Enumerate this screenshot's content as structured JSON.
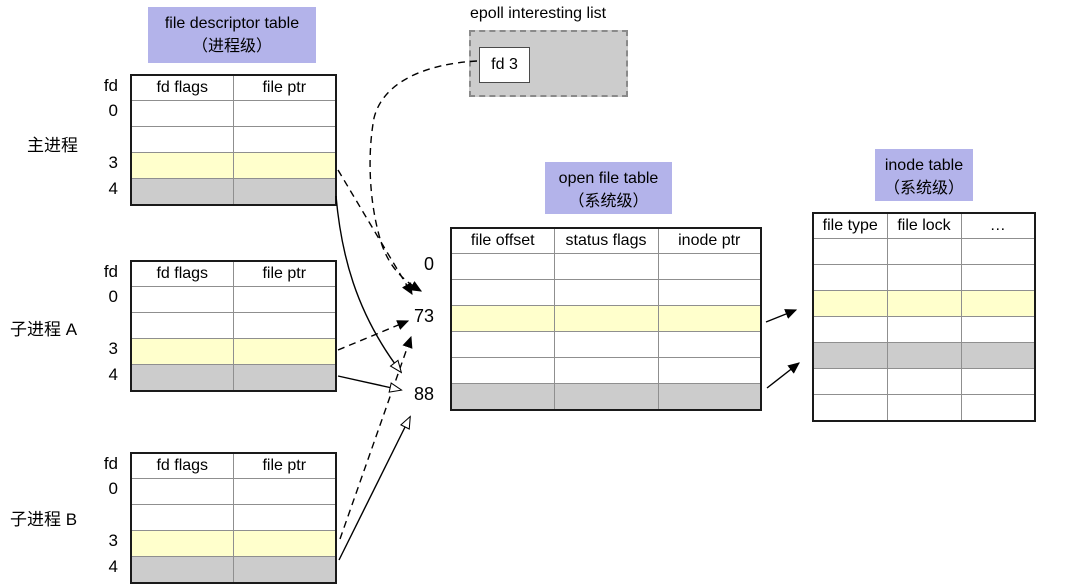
{
  "diagram": {
    "fd_table_title": [
      "file descriptor table",
      "（进程级）"
    ],
    "open_file_table_title": [
      "open file table",
      "（系统级）"
    ],
    "inode_table_title": [
      "inode table",
      "（系统级）"
    ],
    "epoll_title": "epoll interesting list",
    "epoll_item": "fd 3"
  },
  "processes": [
    {
      "name": "主进程"
    },
    {
      "name": "子进程 A"
    },
    {
      "name": "子进程 B"
    }
  ],
  "fd_table": {
    "corner": "fd",
    "headers": [
      "fd flags",
      "file ptr"
    ],
    "row_labels": [
      "0",
      "",
      "3",
      "4"
    ],
    "row_variants": [
      "plain",
      "plain",
      "yellow",
      "gray"
    ]
  },
  "open_file_table": {
    "headers": [
      "file offset",
      "status flags",
      "inode ptr"
    ],
    "row_labels": [
      "0",
      "",
      "73",
      "",
      "",
      "88"
    ],
    "row_variants": [
      "plain",
      "plain",
      "yellow",
      "plain",
      "plain",
      "gray"
    ]
  },
  "inode_table": {
    "headers": [
      "file type",
      "file lock",
      "…"
    ],
    "row_variants": [
      "plain",
      "plain",
      "yellow",
      "plain",
      "gray",
      "plain",
      "plain"
    ]
  },
  "colors": {
    "highlight_yellow": "#ffffcc",
    "highlight_gray": "#cccccc",
    "label_purple": "#b3b3ea",
    "epoll_fill": "#cccccc"
  }
}
